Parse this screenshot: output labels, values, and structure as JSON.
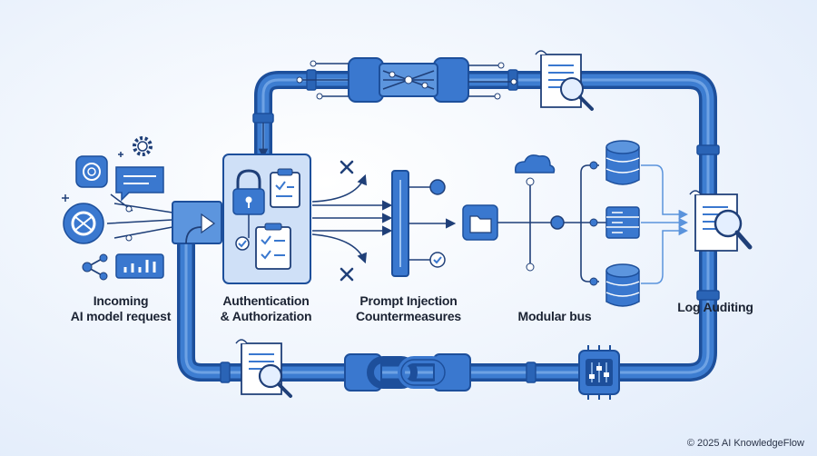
{
  "labels": {
    "incoming_line1": "Incoming",
    "incoming_line2": "AI model request",
    "auth_line1": "Authentication",
    "auth_line2": "& Authorization",
    "prompt_line1": "Prompt Injection",
    "prompt_line2": "Countermeasures",
    "bus": "Modular bus",
    "audit": "Log Auditing"
  },
  "footer": "© 2025 AI KnowledgeFlow",
  "colors": {
    "pipe": "#2f6cc0",
    "pipe_dark": "#1d4f9b",
    "pipe_light": "#5a93dc",
    "panel": "#cfe0f7",
    "line": "#1f3f78",
    "accent": "#3a78cf"
  },
  "icons": [
    "chatgpt-logo-icon",
    "gear-icon",
    "chat-bubble-icon",
    "bar-chart-icon",
    "padlock-icon",
    "clipboard-checklist-icon",
    "x-mark-icon",
    "check-icon",
    "folder-icon",
    "cloud-icon",
    "database-icon",
    "server-icon",
    "document-search-icon",
    "chain-link-icon",
    "equalizer-icon"
  ]
}
